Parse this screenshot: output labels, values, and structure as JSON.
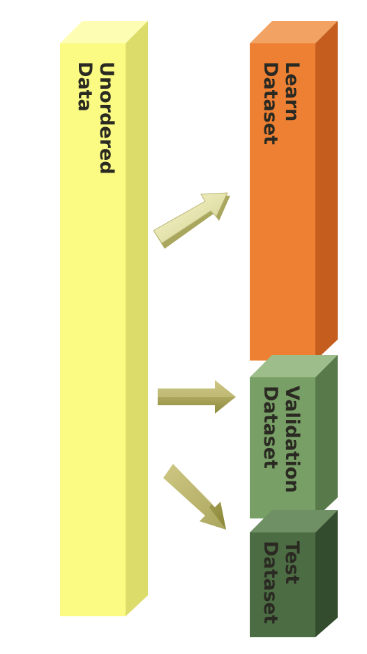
{
  "diagram": {
    "source": {
      "label": "Unordered\nData",
      "color": "#fbfb84"
    },
    "targets": [
      {
        "id": "learn",
        "label": "Learn\nDataset",
        "color": "#ee8034"
      },
      {
        "id": "validation",
        "label": "Validation\nDataset",
        "color": "#789f66"
      },
      {
        "id": "test",
        "label": "Test\nDataset",
        "color": "#4c6c44"
      }
    ],
    "arrow_color": "#d8d49a"
  }
}
